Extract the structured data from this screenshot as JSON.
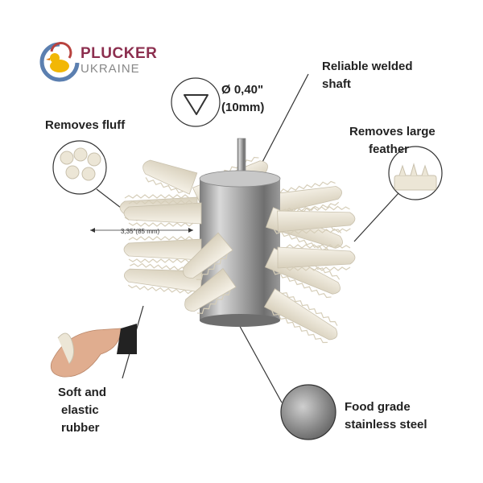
{
  "brand": {
    "line1": "PLUCKER",
    "line2": "UKRAINE",
    "duck_color": "#f2b705",
    "swirl_color": "#5b7fb0"
  },
  "labels": {
    "removes_fluff": "Removes fluff",
    "removes_large_1": "Removes large",
    "removes_large_2": "feather",
    "shaft_diameter_1": "Ø 0,40\"",
    "shaft_diameter_2": "(10mm)",
    "reliable_1": "Reliable welded",
    "reliable_2": "shaft",
    "soft_1": "Soft and",
    "soft_2": "elastic",
    "soft_3": "rubber",
    "food_1": "Food grade",
    "food_2": "stainless steel",
    "finger_length": "3,35\"(85 mm)"
  },
  "colors": {
    "rubber": "#ece6d6",
    "steel": "#b8b8b8",
    "text": "#222222"
  }
}
